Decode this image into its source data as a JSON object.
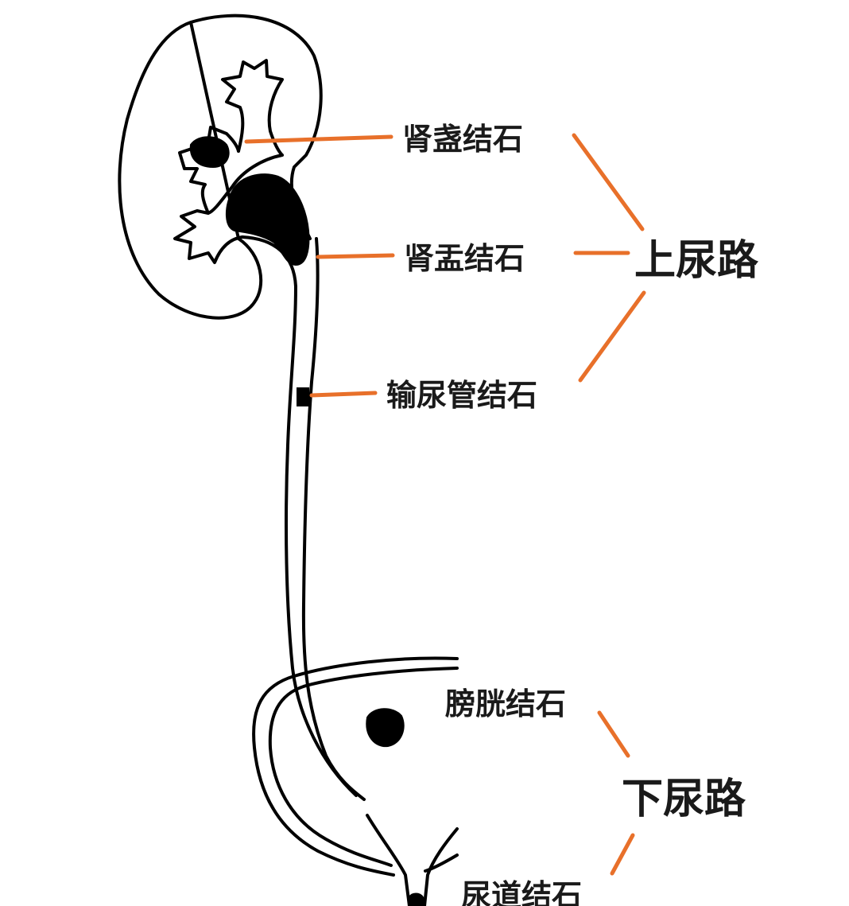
{
  "colors": {
    "accent": "#e8702a",
    "outline": "#000000",
    "text": "#1a1a1a",
    "background": "#ffffff"
  },
  "labels": {
    "calyx_stone": "肾盏结石",
    "pelvis_stone": "肾盂结石",
    "ureter_stone": "输尿管结石",
    "bladder_stone": "膀胱结石",
    "urethra_stone": "尿道结石"
  },
  "groups": {
    "upper_tract": "上尿路",
    "lower_tract": "下尿路"
  }
}
